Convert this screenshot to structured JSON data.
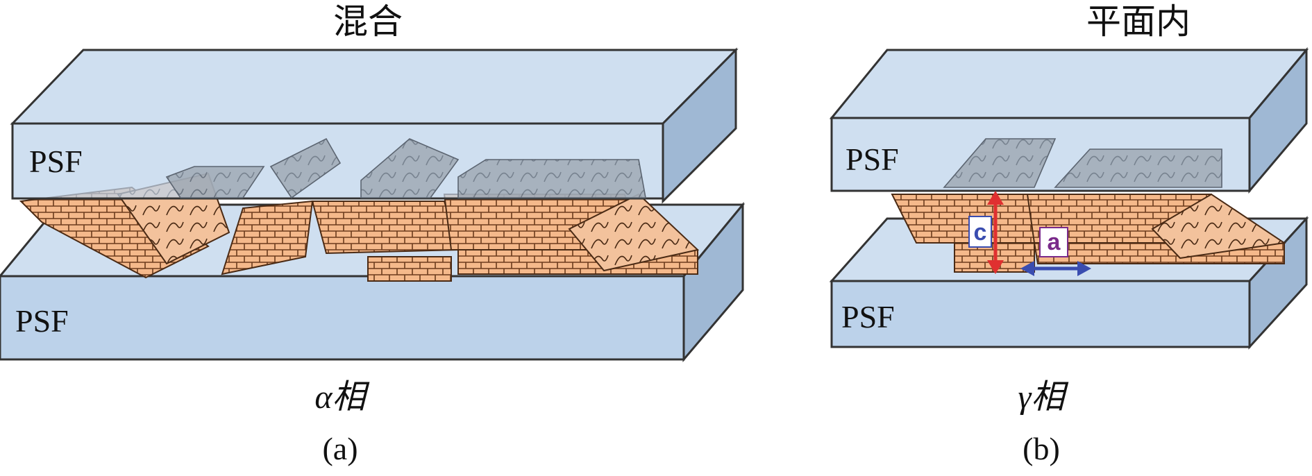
{
  "panel_a": {
    "title": "混合",
    "top_label": "PSF",
    "bottom_label": "PSF",
    "phase_label": "α相",
    "caption": "(a)"
  },
  "panel_b": {
    "title": "平面内",
    "top_label": "PSF",
    "bottom_label": "PSF",
    "phase_label": "γ相",
    "caption": "(b)",
    "axis_c": "c",
    "axis_a": "a"
  },
  "colors": {
    "psf_front": "#bcd2ea",
    "psf_top": "#cfdff0",
    "psf_side": "#9fb8d4",
    "crystal": "#f5b98b",
    "crystal_line": "#6b3b1c",
    "c_arrow": "#e03030",
    "a_arrow": "#3a4db0"
  }
}
